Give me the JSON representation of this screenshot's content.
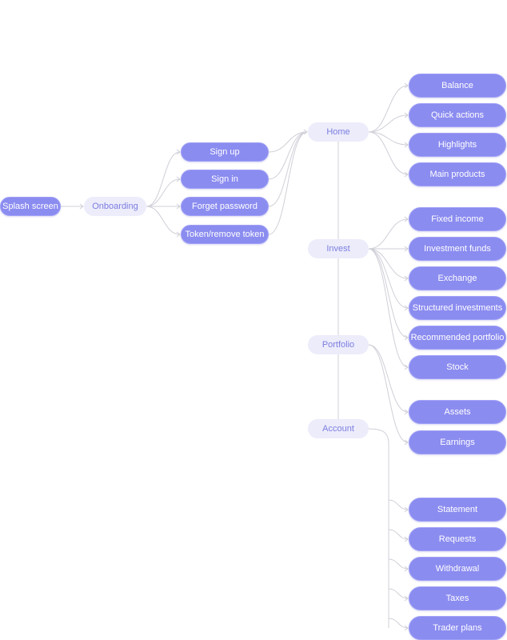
{
  "nodes": {
    "splash": "Splash screen",
    "onboarding": "Onboarding",
    "signup": "Sign up",
    "signin": "Sign in",
    "forget": "Forget password",
    "token": "Token/remove token",
    "home": "Home",
    "invest": "Invest",
    "portfolio": "Portfolio",
    "account": "Account",
    "balance": "Balance",
    "quick_actions": "Quick actions",
    "highlights": "Highlights",
    "main_products": "Main products",
    "fixed_income": "Fixed income",
    "investment_funds": "Investment funds",
    "exchange": "Exchange",
    "structured": "Structured investments",
    "recommended": "Recommended portfolio",
    "stock": "Stock",
    "assets": "Assets",
    "earnings": "Earnings",
    "statement": "Statement",
    "requests": "Requests",
    "withdrawal": "Withdrawal",
    "taxes": "Taxes",
    "trader_plans": "Trader plans"
  },
  "colors": {
    "node_fill": "#8b8cf0",
    "node_light": "#ececfb",
    "node_light_text": "#7d7ee0",
    "connector": "#cfcfd8"
  }
}
